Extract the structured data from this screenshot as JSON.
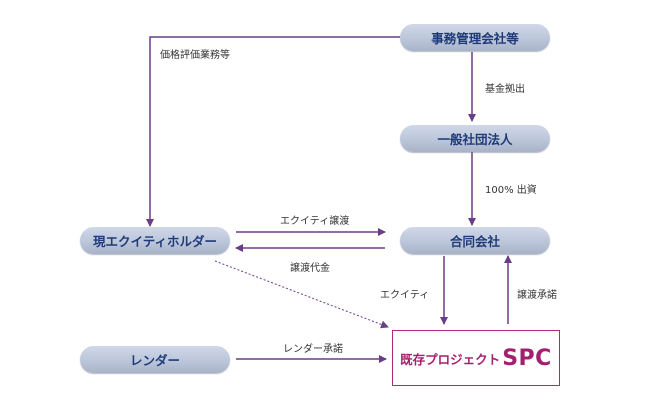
{
  "nodes": {
    "jimu_kanri": "事務管理会社等",
    "ippan_shadan": "一般社団法人",
    "godo_kaisha": "合同会社",
    "current_equity_holder": "現エクイティホルダー",
    "lender": "レンダー",
    "existing_project_prefix": "既存プロジェクト",
    "existing_project_spc": "SPC"
  },
  "labels": {
    "valuation_services": "価格評価業務等",
    "fund_contribution": "基金拠出",
    "capital_contribution": "100% 出資",
    "equity_transfer": "エクイティ譲渡",
    "transfer_payment": "譲渡代金",
    "equity": "エクイティ",
    "transfer_approval": "譲渡承諾",
    "lender_approval": "レンダー承諾"
  },
  "colors": {
    "arrow": "#6a3e86",
    "node_text": "#1f3a78",
    "spc_accent": "#a3206e"
  }
}
